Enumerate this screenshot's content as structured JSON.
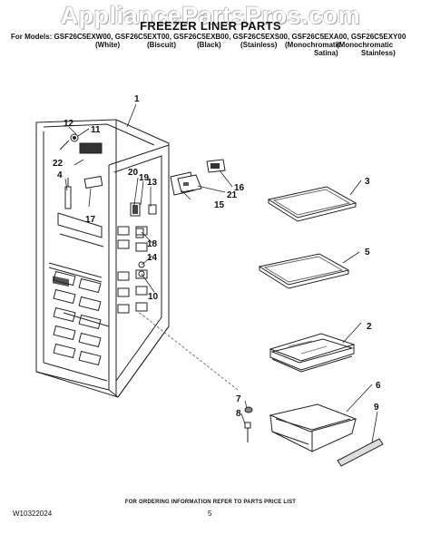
{
  "watermark": "AppliancePartsPros.com",
  "title": "FREEZER LINER PARTS",
  "models_line": "For Models: GSF26C5EXW00, GSF26C5EXT00, GSF26C5EXB00, GSF26C5EXS00, GSF26C5EXA00, GSF26C5EXY00",
  "colors": {
    "white": "(White)",
    "biscuit": "(Biscuit)",
    "black": "(Black)",
    "stainless": "(Stainless)",
    "mono_satina_1": "(Monochromatic",
    "mono_satina_2": "Satina)",
    "mono_stainless_1": "(Monochromatic",
    "mono_stainless_2": "Stainless)"
  },
  "callouts": {
    "c1": "1",
    "c2": "2",
    "c3": "3",
    "c4": "4",
    "c5": "5",
    "c6": "6",
    "c7": "7",
    "c8": "8",
    "c9": "9",
    "c10": "10",
    "c11": "11",
    "c12": "12",
    "c13": "13",
    "c14": "14",
    "c15": "15",
    "c16": "16",
    "c17": "17",
    "c18": "18",
    "c19": "19",
    "c20": "20",
    "c21": "21",
    "c22": "22"
  },
  "footer_note": "FOR ORDERING INFORMATION REFER TO PARTS PRICE LIST",
  "doc_id": "W10322024",
  "page_number": "5"
}
